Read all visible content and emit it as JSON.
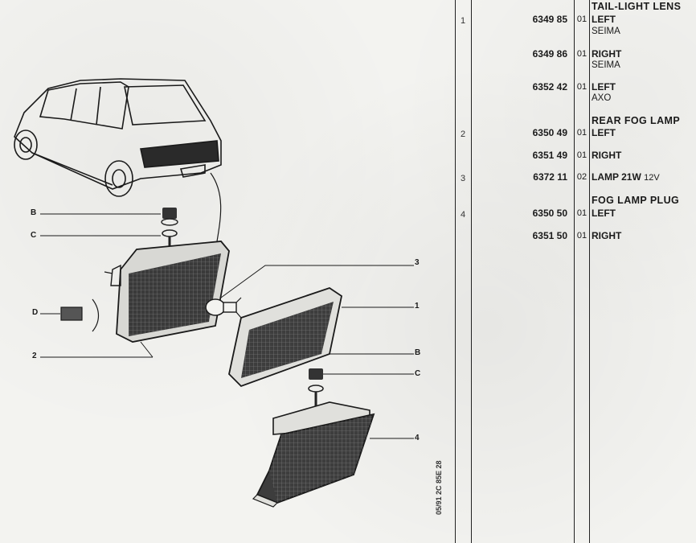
{
  "sections": [
    {
      "header": "TAIL-LIGHT LENS",
      "ref": "1",
      "items": [
        {
          "part": "6349 85",
          "qty": "01",
          "desc": "LEFT",
          "sub": "SEIMA"
        },
        {
          "part": "6349 86",
          "qty": "01",
          "desc": "RIGHT",
          "sub": "SEIMA"
        },
        {
          "part": "6352 42",
          "qty": "01",
          "desc": "LEFT",
          "sub": "AXO"
        }
      ]
    },
    {
      "header": "REAR FOG LAMP",
      "ref": "2",
      "items": [
        {
          "part": "6350 49",
          "qty": "01",
          "desc": "LEFT"
        },
        {
          "part": "6351 49",
          "qty": "01",
          "desc": "RIGHT"
        }
      ]
    },
    {
      "ref": "3",
      "items": [
        {
          "part": "6372 11",
          "qty": "02",
          "desc": "LAMP 21W",
          "spec": "12V"
        }
      ]
    },
    {
      "header": "FOG LAMP PLUG",
      "ref": "4",
      "items": [
        {
          "part": "6350 50",
          "qty": "01",
          "desc": "LEFT"
        },
        {
          "part": "6351 50",
          "qty": "01",
          "desc": "RIGHT"
        }
      ]
    }
  ],
  "diagram_labels": {
    "b_top": "B",
    "c_top": "C",
    "d": "D",
    "two": "2",
    "three": "3",
    "one": "1",
    "b_bottom": "B",
    "c_bottom": "C",
    "four": "4"
  },
  "stamp": "05/91 2C 85E 28"
}
